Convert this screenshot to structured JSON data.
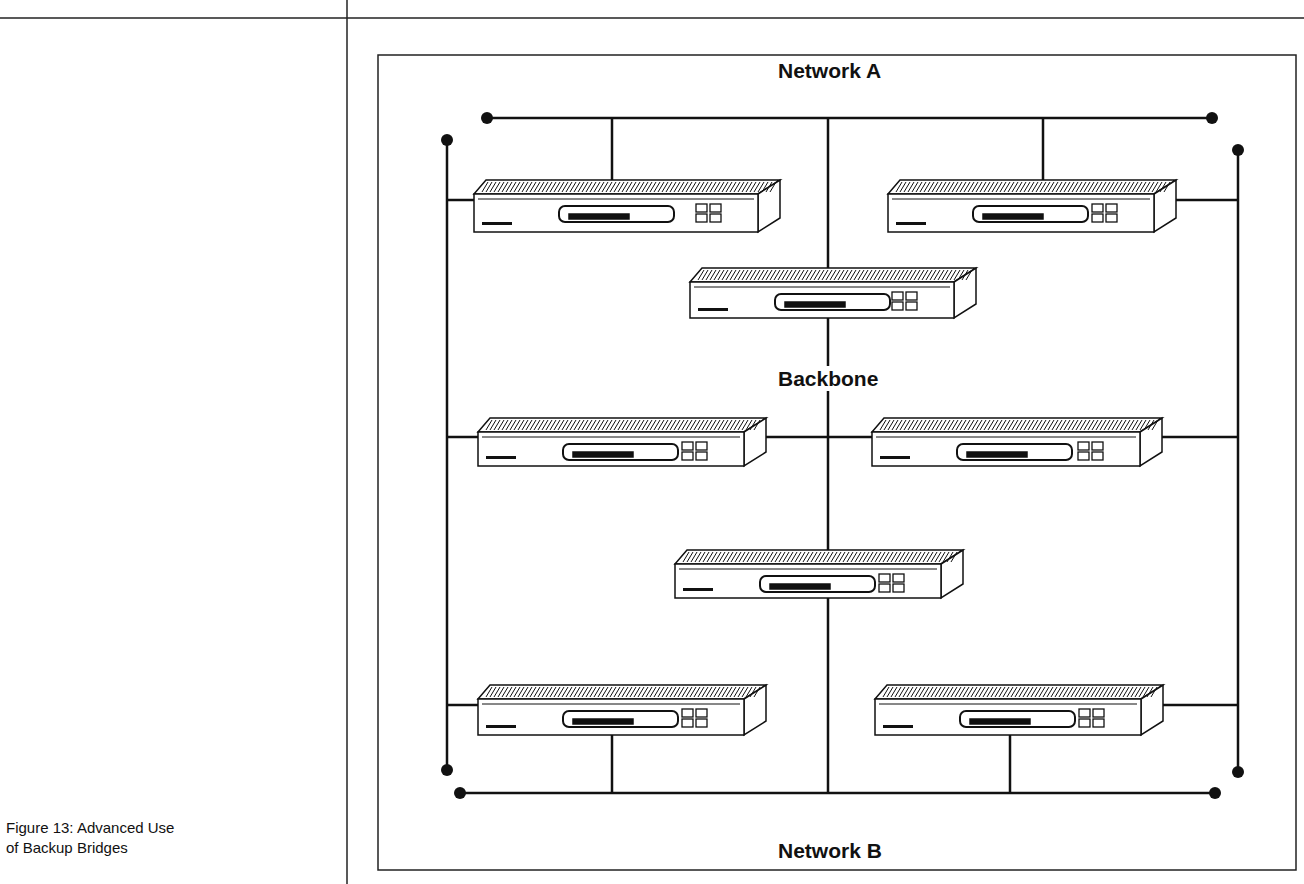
{
  "diagram": {
    "caption": "Figure 13: Advanced Use of Backup Bridges",
    "labels": [
      "Network A",
      "Backbone",
      "Network B"
    ]
  }
}
